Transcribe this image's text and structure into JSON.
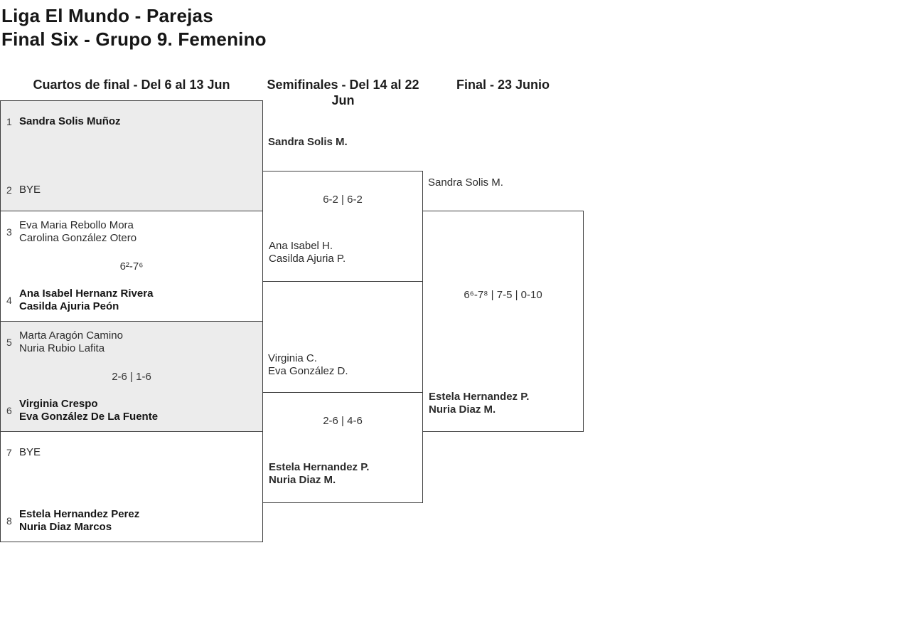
{
  "title": "Liga El Mundo - Parejas\nFinal Six - Grupo 9. Femenino",
  "colors": {
    "shaded_box": "#ececec",
    "border": "#3e3e3e",
    "text": "#222222"
  },
  "rounds": {
    "qf_header": "Cuartos de final - Del 6 al 13 Jun",
    "sf_header": "Semifinales - Del 14 al 22 Jun",
    "final_header": "Final - 23 Junio"
  },
  "quarterfinals": [
    {
      "seed_top": "1",
      "team_top": "Sandra Solis Muñoz",
      "score": "",
      "seed_bottom": "2",
      "team_bottom": "BYE",
      "winner": "top"
    },
    {
      "seed_top": "3",
      "team_top": "Eva Maria Rebollo Mora\nCarolina González Otero",
      "score": "6²-7⁶",
      "seed_bottom": "4",
      "team_bottom": "Ana Isabel Hernanz Rivera\nCasilda Ajuria Peón",
      "winner": "bottom"
    },
    {
      "seed_top": "5",
      "team_top": "Marta Aragón Camino\nNuria Rubio Lafita",
      "score": "2-6 | 1-6",
      "seed_bottom": "6",
      "team_bottom": "Virginia Crespo\nEva González De La Fuente",
      "winner": "bottom"
    },
    {
      "seed_top": "7",
      "team_top": "BYE",
      "score": "",
      "seed_bottom": "8",
      "team_bottom": "Estela Hernandez Perez\nNuria Diaz Marcos",
      "winner": "bottom"
    }
  ],
  "semifinals": [
    {
      "team_top": "Sandra Solis M.",
      "score": "6-2 | 6-2",
      "team_bottom": "Ana Isabel H.\nCasilda Ajuria P.",
      "winner": "top"
    },
    {
      "team_top": "Virginia C.\nEva González D.",
      "score": "2-6 | 4-6",
      "team_bottom": "Estela Hernandez P.\nNuria Diaz M.",
      "winner": "bottom"
    }
  ],
  "final": {
    "team_top": "Sandra Solis M.",
    "score": "6⁶-7⁸ | 7-5 | 0-10",
    "team_bottom": "Estela Hernandez P.\nNuria Diaz M.",
    "winner": "bottom"
  }
}
